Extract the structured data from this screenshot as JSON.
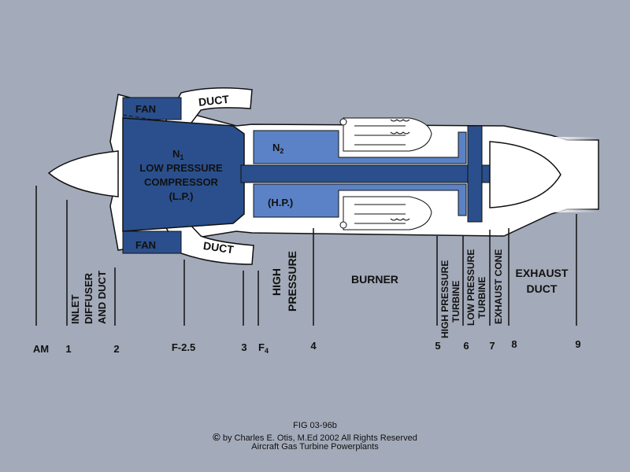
{
  "labels": {
    "fan_upper": "FAN",
    "fan_lower": "FAN",
    "duct_upper": "DUCT",
    "duct_lower": "DUCT",
    "n1": "N",
    "n1_sub": "1",
    "lp_line1": "LOW PRESSURE",
    "lp_line2": "COMPRESSOR",
    "lp_line3": "(L.P.)",
    "n2": "N",
    "n2_sub": "2",
    "hp": "(H.P.)"
  },
  "sections": {
    "inlet_line1": "INLET",
    "inlet_line2": "DIFFUSER",
    "inlet_line3": "AND DUCT",
    "high_pressure_line1": "HIGH",
    "high_pressure_line2": "PRESSURE",
    "burner": "BURNER",
    "hpt_line1": "HIGH PRESSURE",
    "hpt_line2": "TURBINE",
    "lpt_line1": "LOW PRESSURE",
    "lpt_line2": "TURBINE",
    "exhaust_cone": "EXHAUST CONE",
    "exhaust_duct_line1": "EXHAUST",
    "exhaust_duct_line2": "DUCT"
  },
  "stations": [
    "AM",
    "1",
    "2",
    "F-2.5",
    "3",
    "F",
    "4",
    "5",
    "6",
    "7",
    "8",
    "9"
  ],
  "station_f4_sub": "4",
  "caption": {
    "fig": "FIG 03-96b",
    "copyright_symbol": "©",
    "copyright": "by Charles E. Otis, M.Ed 2002 All Rights Reserved",
    "book": "Aircraft Gas Turbine Powerplants"
  },
  "colors": {
    "background": "#a3aab9",
    "dark_blue": "#2a4f8c",
    "light_blue": "#5b82c6",
    "outline": "#111111",
    "casing": "#ffffff"
  }
}
